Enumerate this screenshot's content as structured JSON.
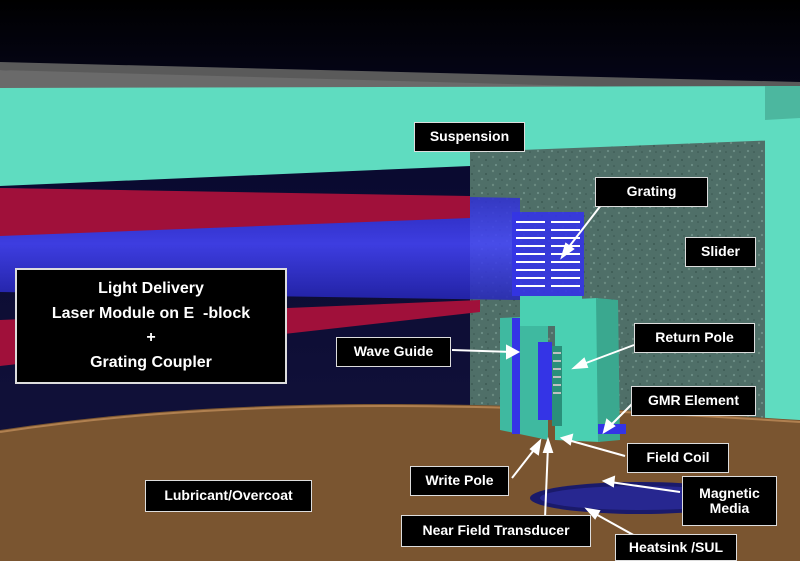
{
  "labels": {
    "suspension": "Suspension",
    "grating": "Grating",
    "slider": "Slider",
    "return_pole": "Return Pole",
    "wave_guide": "Wave Guide",
    "gmr_element": "GMR Element",
    "field_coil": "Field Coil",
    "write_pole": "Write Pole",
    "magnetic_media_line1": "Magnetic",
    "magnetic_media_line2": "Media",
    "lubricant": "Lubricant/Overcoat",
    "near_field_transducer": "Near Field Transducer",
    "heatsink": "Heatsink /SUL"
  },
  "light_delivery": {
    "line1": "Light Delivery",
    "line2": "Laser Module on E  -block",
    "line3": "+",
    "line4": "Grating Coupler"
  },
  "colors": {
    "suspension": "#5fdcc0",
    "slider": "#53756c",
    "beam": "#3a3ae0",
    "laser_stripe": "#a0103a",
    "ground": "#7a5530",
    "sky": "#0d0d3a",
    "arrow": "#ffffff"
  }
}
